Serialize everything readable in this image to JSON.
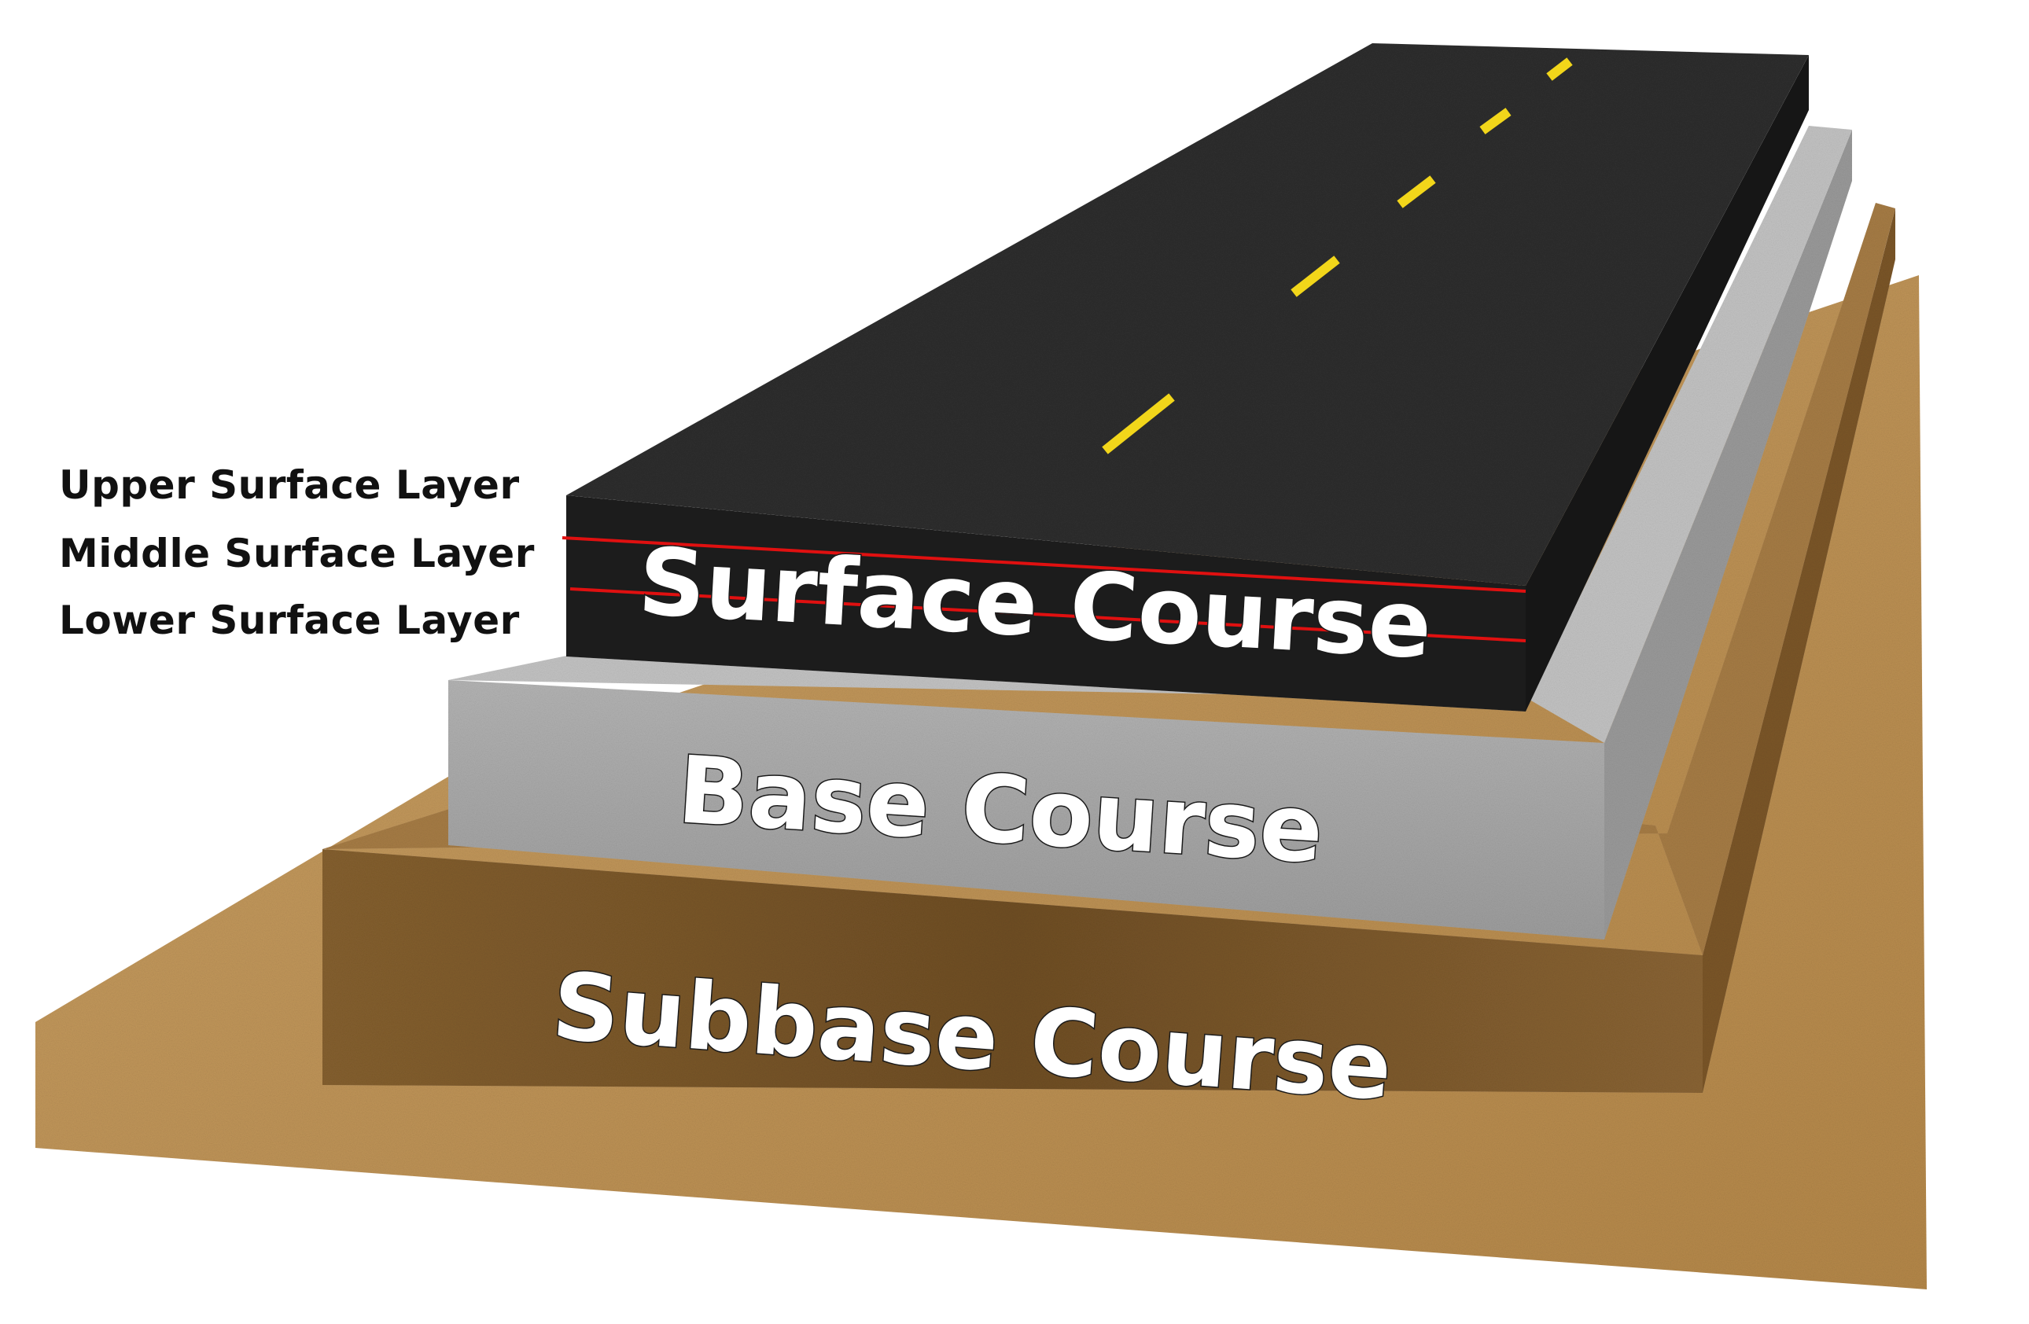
{
  "layer_labels": {
    "upper": "Upper Surface Layer",
    "middle": "Middle Surface Layer",
    "lower": "Lower Surface Layer"
  },
  "courses": {
    "surface": "Surface Course",
    "base": "Base Course",
    "subbase": "Subbase Course"
  },
  "colors": {
    "asphalt_top": "#2b2b2b",
    "asphalt_front": "#1c1c1c",
    "base_top": "#b9b9b9",
    "base_front": "#a8a8a8",
    "subbase_top": "#a67c45",
    "subbase_front": "#7a5628",
    "soil": "#c49a5e",
    "lane_marking": "#f2d61a",
    "layer_divider": "#e01010"
  }
}
